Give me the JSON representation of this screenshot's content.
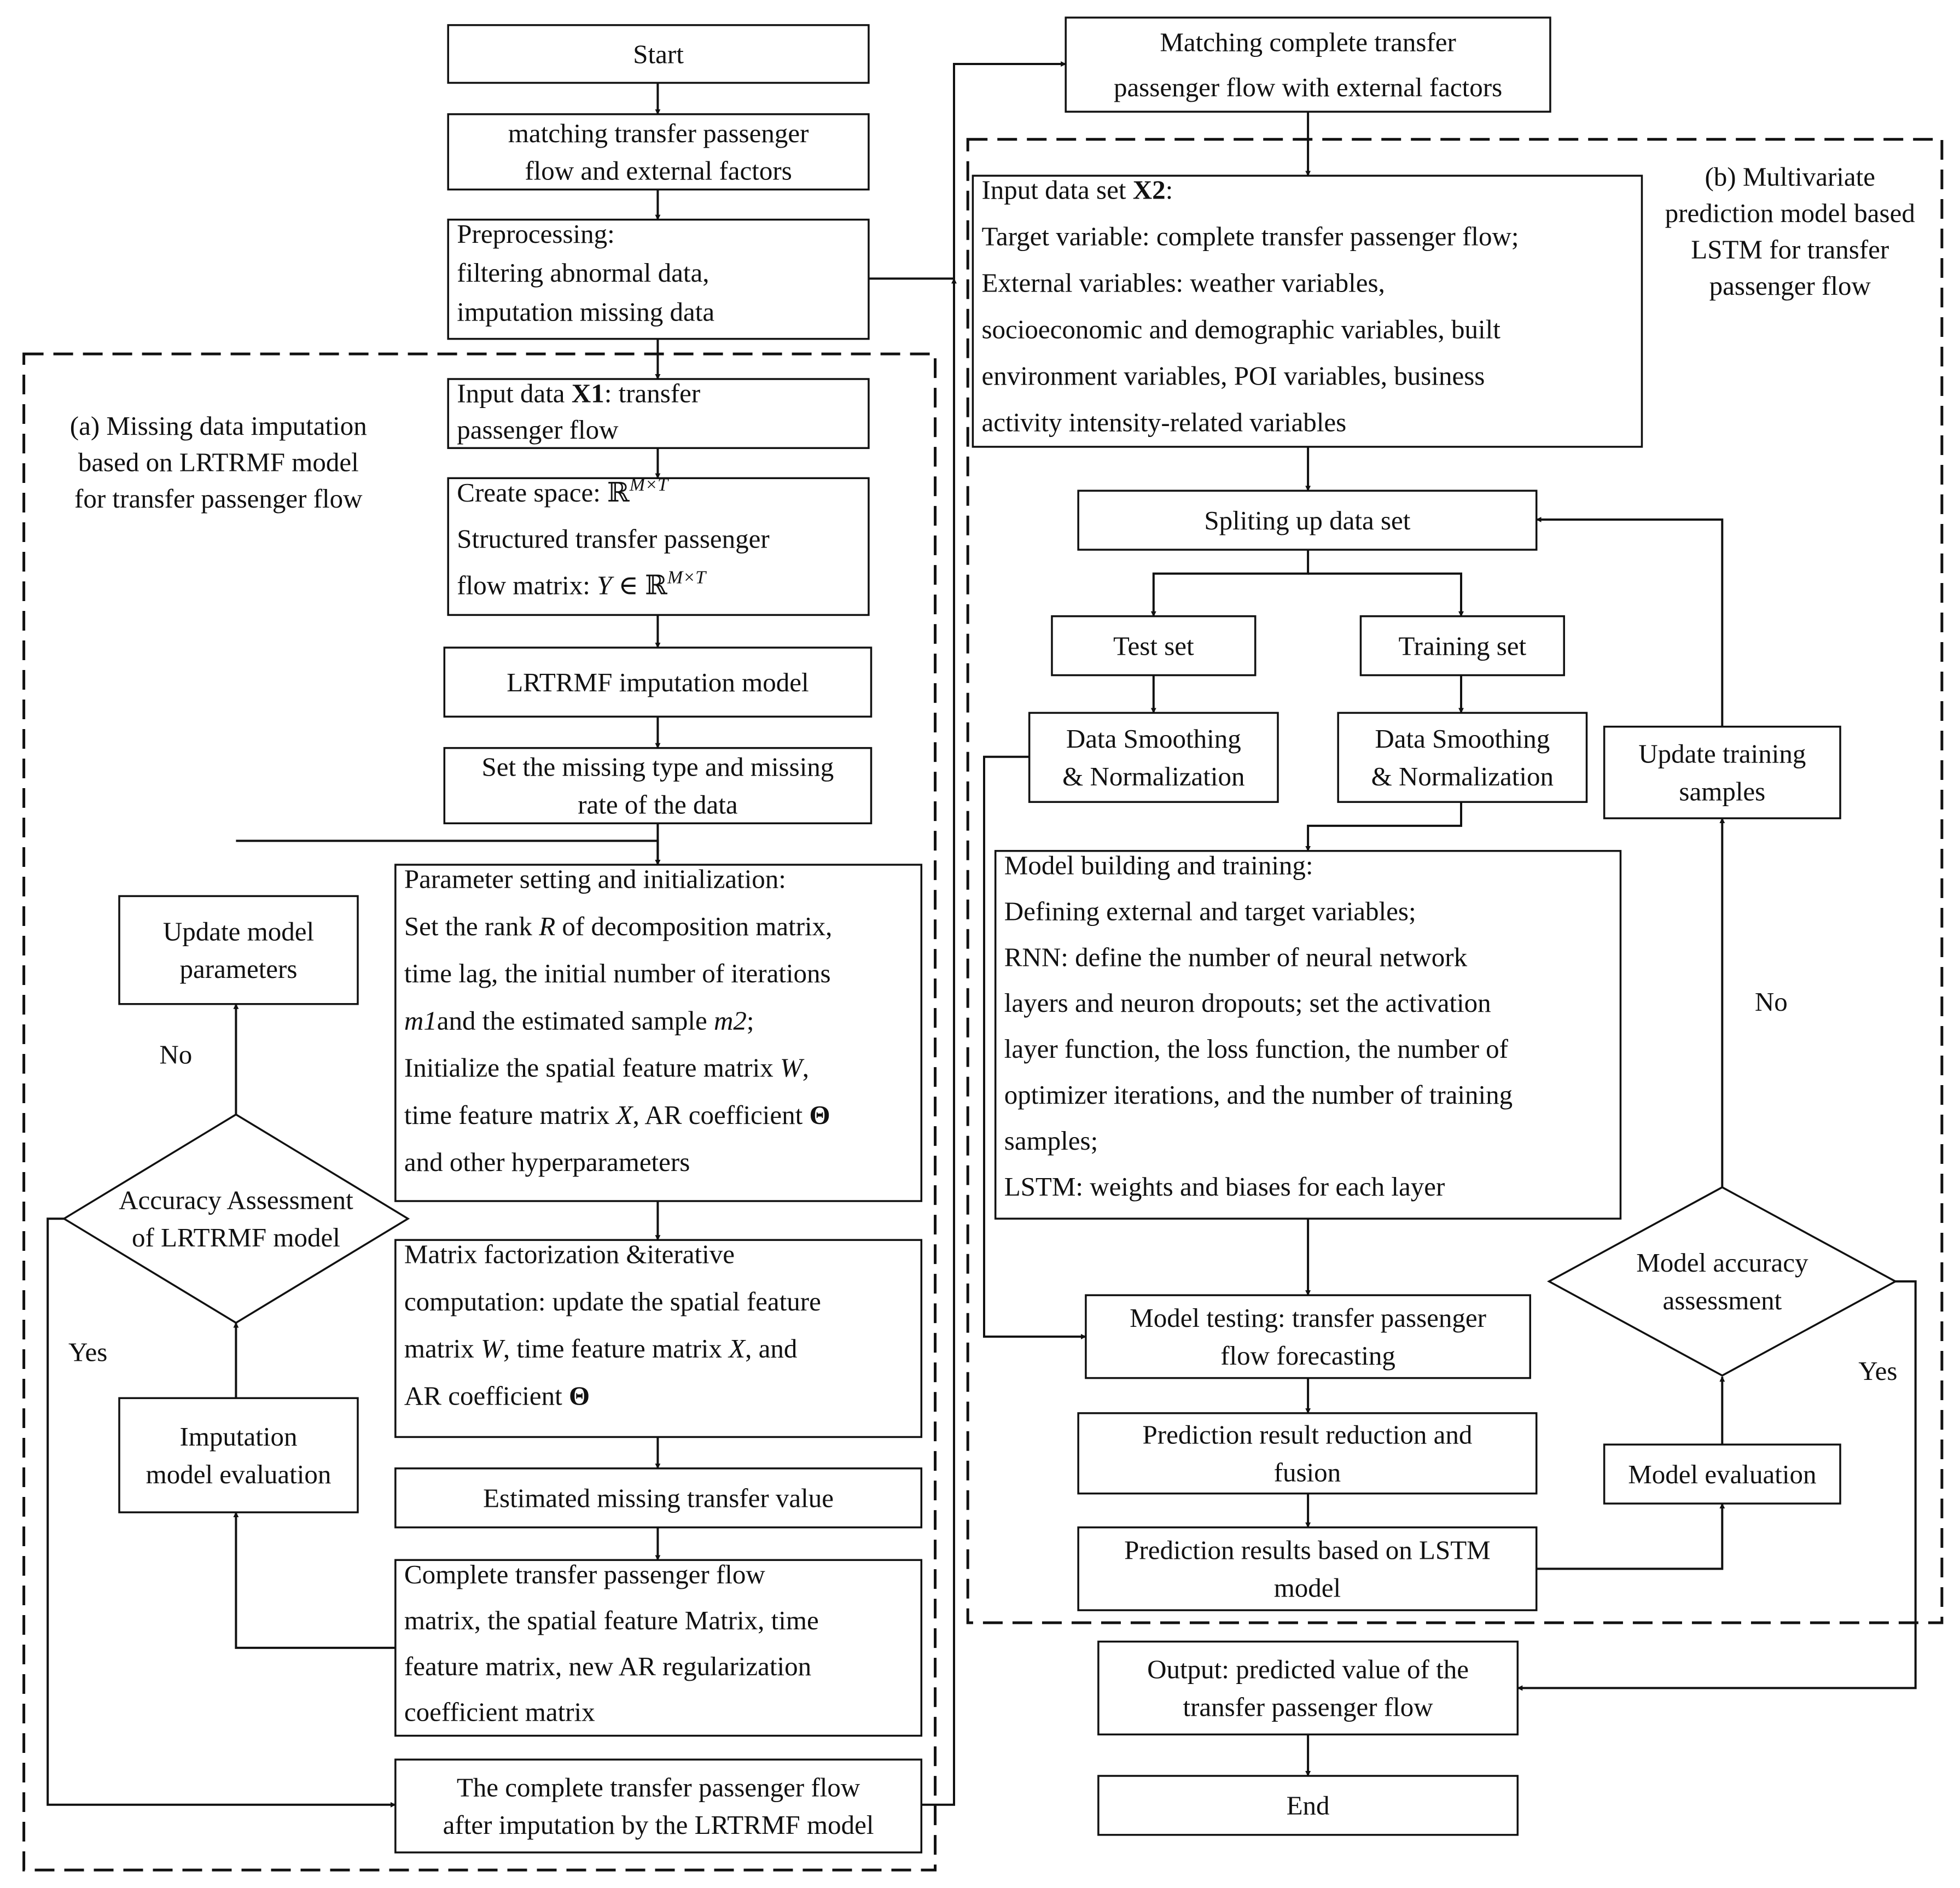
{
  "nodes": {
    "start": [
      "Start"
    ],
    "matching": [
      "matching  transfer passenger",
      "flow and external factors"
    ],
    "preprocessing": [
      "Preprocessing:",
      "filtering abnormal data,",
      "imputation missing data"
    ],
    "input_x1": [
      "Input data |X1|:  transfer",
      "passenger flow"
    ],
    "create_space": [
      "Create space:  ℝ^M×T^",
      "Structured transfer passenger",
      "flow matrix: _Y_ ∈ ℝ^M×T^"
    ],
    "lrtrmf_model": [
      "LRTRMF imputation model"
    ],
    "set_missing": [
      "Set the missing type and missing",
      "rate of the data"
    ],
    "param_setting": [
      "Parameter setting and initialization:",
      "Set the rank _R_ of decomposition matrix,",
      "time lag, the initial number of iterations",
      "_m1_and the estimated sample _m2_;",
      "Initialize the spatial feature matrix _W_,",
      "time feature matrix _X_, AR coefficient |Θ|",
      "and other hyperparameters"
    ],
    "matrix_factorization": [
      "Matrix factorization &iterative",
      "computation: update the spatial feature",
      "matrix _W_,  time feature matrix _X_, and",
      "AR coefficient  |Θ|"
    ],
    "estimated_missing": [
      "Estimated missing transfer value"
    ],
    "complete_matrix": [
      "Complete  transfer passenger flow",
      "matrix, the spatial feature Matrix, time",
      "feature matrix, new AR regularization",
      "coefficient matrix"
    ],
    "complete_flow": [
      "The complete  transfer passenger flow",
      "after imputation by the LRTRMF model"
    ],
    "update_model_params": [
      "Update model",
      "parameters"
    ],
    "accuracy_lrtrmf": [
      "Accuracy Assessment",
      "of LRTRMF model"
    ],
    "imputation_eval": [
      "Imputation",
      "model evaluation"
    ],
    "matching_complete": [
      "Matching complete  transfer",
      "passenger flow with external factors"
    ],
    "input_x2": [
      "Input data set |X2|:",
      "Target variable: complete  transfer passenger flow;",
      "External variables: weather variables,",
      "socioeconomic and demographic variables, built",
      "environment variables, POI variables, business",
      "activity intensity-related variables"
    ],
    "splitting": [
      "Spliting up data set"
    ],
    "test_set": [
      "Test set"
    ],
    "training_set": [
      "Training set"
    ],
    "smoothing_test": [
      "Data Smoothing",
      "& Normalization"
    ],
    "smoothing_train": [
      "Data Smoothing",
      "& Normalization"
    ],
    "model_building": [
      "Model building and training:",
      "Defining external and target variables;",
      "RNN: define the number of neural network",
      "layers and  neuron dropouts; set the activation",
      "layer function, the loss function, the number of",
      "optimizer iterations, and the number of training",
      "samples;",
      "LSTM: weights and biases for each layer"
    ],
    "model_testing": [
      "Model testing:  transfer passenger",
      "flow forecasting"
    ],
    "reduction_fusion": [
      "Prediction result reduction and",
      "fusion"
    ],
    "lstm_results": [
      "Prediction results based on LSTM",
      "model"
    ],
    "update_training": [
      "Update training",
      "samples"
    ],
    "model_accuracy": [
      "Model accuracy",
      "assessment"
    ],
    "model_evaluation": [
      "Model evaluation"
    ],
    "output": [
      "Output: predicted value of the",
      "transfer passenger flow"
    ],
    "end": [
      "End"
    ]
  },
  "regions": {
    "region_a": [
      "(a) Missing data imputation",
      "based on LRTRMF model",
      "for  transfer passenger flow"
    ],
    "region_b": [
      "(b) Multivariate",
      "prediction model based",
      "LSTM for transfer",
      "passenger flow"
    ]
  },
  "edge_labels": {
    "no_left": "No",
    "yes_left": "Yes",
    "no_right": "No",
    "yes_right": "Yes"
  }
}
